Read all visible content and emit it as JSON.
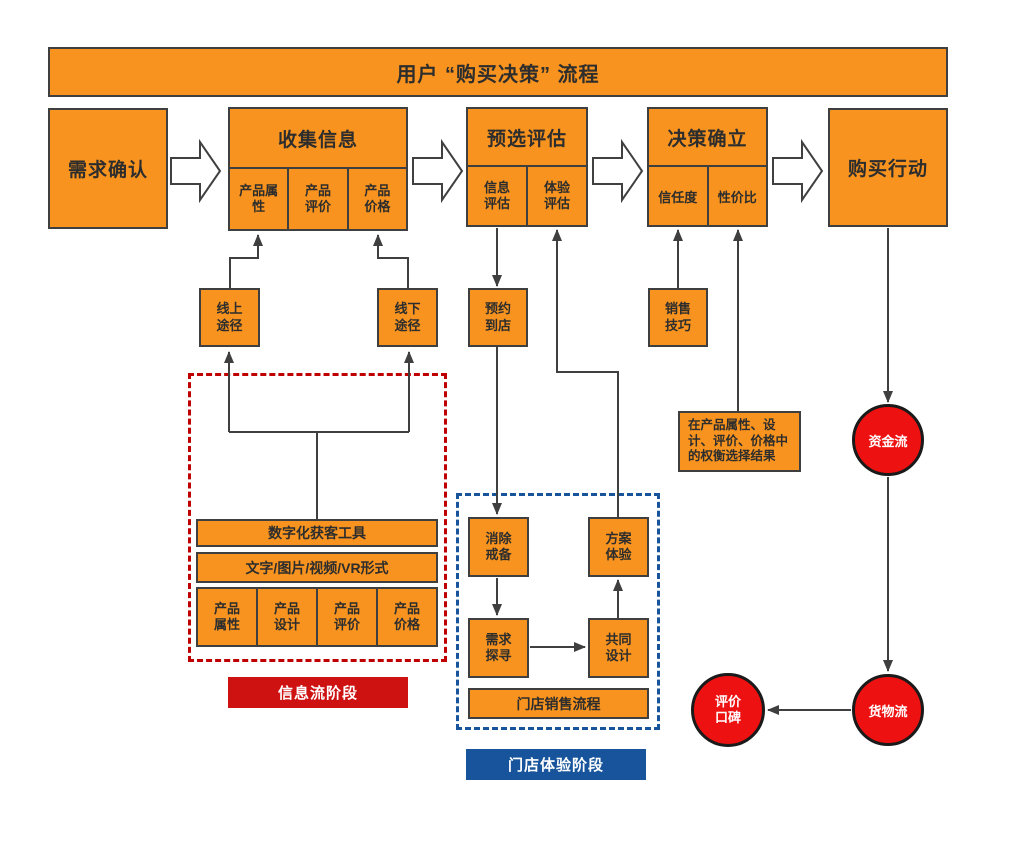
{
  "title": "用户 “购买决策” 流程",
  "stage_need": "需求确认",
  "stage_collect": {
    "header": "收集信息",
    "cells": [
      "产品属\n性",
      "产品\n评价",
      "产品\n价格"
    ]
  },
  "stage_preselect": {
    "header": "预选评估",
    "cells": [
      "信息\n评估",
      "体验\n评估"
    ]
  },
  "stage_decision": {
    "header": "决策确立",
    "cells": [
      "信任度",
      "性价比"
    ]
  },
  "stage_buy": "购买行动",
  "nodes": {
    "online_channel": "线上\n途径",
    "offline_channel": "线下\n途径",
    "appointment": "预约\n到店",
    "sales_skill": "销售\n技巧",
    "note": "在产品属性、设\n计、评价、价格中\n的权衡选择结果",
    "digital_tool": "数字化获客工具",
    "media_forms": "文字/图片/视频/VR形式",
    "product_cells": [
      "产品\n属性",
      "产品\n设计",
      "产品\n评价",
      "产品\n价格"
    ],
    "defuse": "消除\n戒备",
    "plan_experience": "方案\n体验",
    "need_explore": "需求\n探寻",
    "co_design": "共同\n设计",
    "store_sales_process": "门店销售流程"
  },
  "labels": {
    "info_flow_stage": "信息流阶段",
    "store_experience_stage": "门店体验阶段"
  },
  "circles": {
    "money_flow": "资金流",
    "goods_flow": "货物流",
    "review_wom": "评价\n口碑"
  },
  "colors": {
    "box_orange": "#F7931E",
    "box_border": "#3F3F3F",
    "label_red": "#CE1111",
    "circle_red": "#EE1111",
    "dashed_red": "#C00000",
    "label_blue": "#17549B",
    "dashed_blue": "#17549B"
  }
}
